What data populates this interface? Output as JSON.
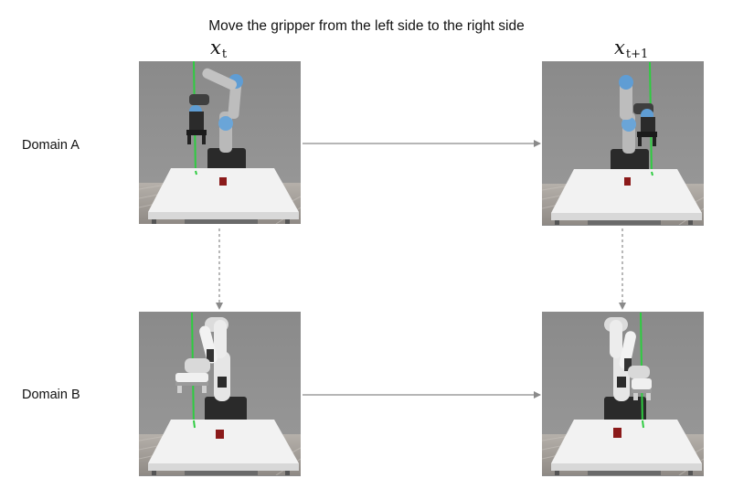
{
  "caption": "Move the gripper from the left side to the right side",
  "columns": [
    {
      "label_base": "x",
      "label_sub": "t"
    },
    {
      "label_base": "x",
      "label_sub": "t+1"
    }
  ],
  "rows": [
    {
      "label": "Domain A",
      "robot": "ur5-arm",
      "frames": [
        "gripper-left",
        "gripper-right"
      ]
    },
    {
      "label": "Domain B",
      "robot": "panda-arm",
      "frames": [
        "gripper-left",
        "gripper-right"
      ]
    }
  ],
  "colors": {
    "background_wall": "#8e8e8e",
    "floor": "#a3a3a3",
    "table": "#f0f0f0",
    "cube": "#8b1a1a",
    "guide_line": "#2ecc40",
    "arrow": "#8a8a8a"
  }
}
